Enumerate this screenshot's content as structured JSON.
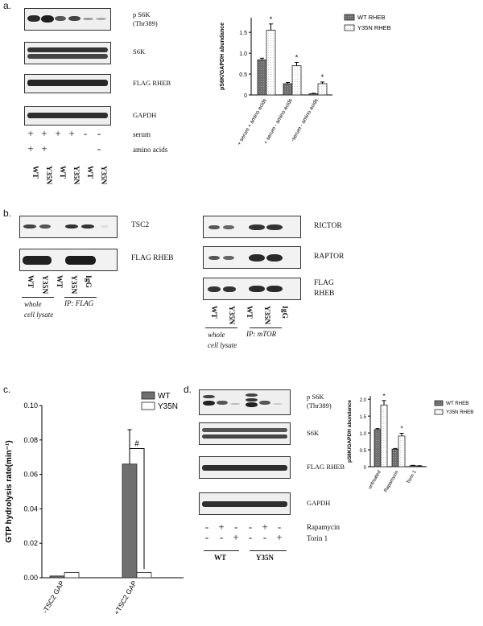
{
  "panel_a": {
    "label": "a.",
    "blot_labels": [
      "p S6K\n(Thr389)",
      "S6K",
      "FLAG RHEB",
      "GAPDH"
    ],
    "row_labels": [
      "serum",
      "amino acids"
    ],
    "serum_signs": [
      "+",
      "+",
      "+",
      "+",
      "-",
      "-"
    ],
    "amino_signs": [
      "+",
      "+",
      "",
      "",
      "",
      "-"
    ],
    "lanes": [
      "WT",
      "Y35N",
      "WT",
      "Y35N",
      "WT",
      "Y35N"
    ]
  },
  "panel_b": {
    "label": "b.",
    "left_blot_labels": [
      "TSC2",
      "FLAG RHEB"
    ],
    "left_lanes": [
      "WT",
      "Y35N",
      "WT",
      "Y35N",
      "IgG"
    ],
    "left_groups": [
      "whole\ncell lysate",
      "IP: FLAG"
    ],
    "right_blot_labels": [
      "RICTOR",
      "RAPTOR",
      "FLAG\nRHEB"
    ],
    "right_lanes": [
      "WT",
      "Y35N",
      "WT",
      "Y35N",
      "IgG"
    ],
    "right_groups": [
      "whole\ncell lysate",
      "IP: mTOR"
    ]
  },
  "panel_c": {
    "label": "c."
  },
  "panel_d": {
    "label": "d.",
    "blot_labels": [
      "p S6K\n(Thr389)",
      "S6K",
      "FLAG RHEB",
      "GAPDH"
    ],
    "row_labels": [
      "Rapamycin",
      "Torin 1"
    ],
    "rapa_signs": [
      "-",
      "+",
      "-",
      "-",
      "+",
      "-"
    ],
    "torin_signs": [
      "-",
      "-",
      "+",
      "-",
      "-",
      "+"
    ],
    "groups": [
      "WT",
      "Y35N"
    ]
  },
  "colors": {
    "wt_bar": "#6f6f6f",
    "y35n_bar": "#ffffff",
    "band": "#2a2a2a"
  },
  "chart_data": [
    {
      "id": "a-bar",
      "type": "bar",
      "categories": [
        "+ serum + amino acids",
        "+ serum - amino acids",
        "-serum - amino acids"
      ],
      "series": [
        {
          "name": "WT RHEB",
          "values": [
            0.84,
            0.27,
            0.03
          ],
          "errors": [
            0.04,
            0.03,
            0.01
          ]
        },
        {
          "name": "Y35N RHEB",
          "values": [
            1.55,
            0.7,
            0.27
          ],
          "errors": [
            0.15,
            0.08,
            0.04
          ]
        }
      ],
      "significance": [
        "*",
        "*",
        "*"
      ],
      "ylabel": "pS6K/GAPDH abundance",
      "yticks": [
        "0",
        "0.5",
        "1.0",
        "1.5"
      ],
      "ylim": [
        0,
        1.85
      ],
      "legend": "top-right"
    },
    {
      "id": "c-bar",
      "type": "bar",
      "categories": [
        "-TSC2 GAP",
        "+TSC2 GAP"
      ],
      "series": [
        {
          "name": "WT",
          "values": [
            0.001,
            0.066
          ],
          "errors": [
            0,
            0.02
          ]
        },
        {
          "name": "Y35N",
          "values": [
            0.003,
            0.003
          ],
          "errors": [
            0,
            0
          ]
        }
      ],
      "significance": [
        "",
        "#"
      ],
      "ylabel": "GTP hydrolysis rate(min⁻¹)",
      "yticks": [
        "0.00",
        "0.02",
        "0.04",
        "0.06",
        "0.08",
        "0.10"
      ],
      "ylim": [
        0,
        0.1
      ],
      "legend": "top-right"
    },
    {
      "id": "d-bar",
      "type": "bar",
      "categories": [
        "untreated",
        "Rapamycin",
        "Torin 1"
      ],
      "series": [
        {
          "name": "WT RHEB",
          "values": [
            1.1,
            0.52,
            0.03
          ],
          "errors": [
            0.03,
            0.02,
            0.01
          ]
        },
        {
          "name": "Y35N RHEB",
          "values": [
            1.83,
            0.91,
            0.02
          ],
          "errors": [
            0.13,
            0.08,
            0.01
          ]
        }
      ],
      "significance": [
        "*",
        "*",
        ""
      ],
      "ylabel": "pS6K/GAPDH abundance",
      "yticks": [
        "0",
        "0.5",
        "1.0",
        "1.5",
        "2.0"
      ],
      "ylim": [
        0,
        2.1
      ],
      "legend": "top-right"
    }
  ]
}
